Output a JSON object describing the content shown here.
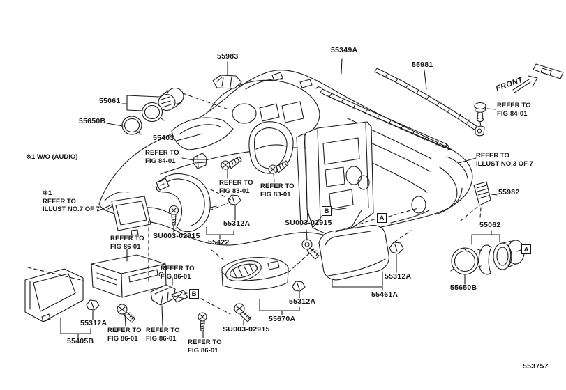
{
  "figure_code": "553757",
  "direction": {
    "front": "FRONT"
  },
  "colors": {
    "ink": "#1a1a1a",
    "background": "#ffffff"
  },
  "notes": {
    "wo_audio": "※1  W/O (AUDIO)",
    "illust_no7": "※1\nREFER TO\nILLUST NO.7 OF 7",
    "illust_no3": "REFER TO\nILLUST NO.3 OF 7"
  },
  "detail_markers": {
    "a": "A",
    "b": "B"
  },
  "labels": {
    "part_55983": "55983",
    "part_55349a": "55349A",
    "part_55981": "55981",
    "ref_fig84_right": "REFER TO\nFIG 84-01",
    "part_55061": "55061",
    "part_55650b_left": "55650B",
    "part_55403": "55403",
    "ref_fig84_mid": "REFER TO\nFIG 84-01",
    "ref_fig83_left": "REFER TO\nFIG 83-01",
    "ref_fig83_right": "REFER TO\nFIG 83-01",
    "part_55982": "55982",
    "part_55312a_meter": "55312A",
    "bolt_su003_meter": "SU003-02915",
    "part_55422": "55422",
    "bolt_su003_center": "SU003-02915",
    "ref_fig86_radio": "REFER TO\nFIG 86-01",
    "part_55062": "55062",
    "part_55312a_panel": "55312A",
    "part_55461a": "55461A",
    "part_55650b_right": "55650B",
    "ref_fig86_bracket_top": "REFER TO\nFIG 86-01",
    "part_55312a_console": "55312A",
    "part_55670a": "55670A",
    "bolt_su003_console": "SU003-02915",
    "part_55312a_left": "55312A",
    "part_55405b": "55405B",
    "ref_fig86_screw_left": "REFER TO\nFIG 86-01",
    "ref_fig86_bracket": "REFER TO\nFIG 86-01",
    "ref_fig86_screw_center": "REFER TO\nFIG 86-01"
  }
}
